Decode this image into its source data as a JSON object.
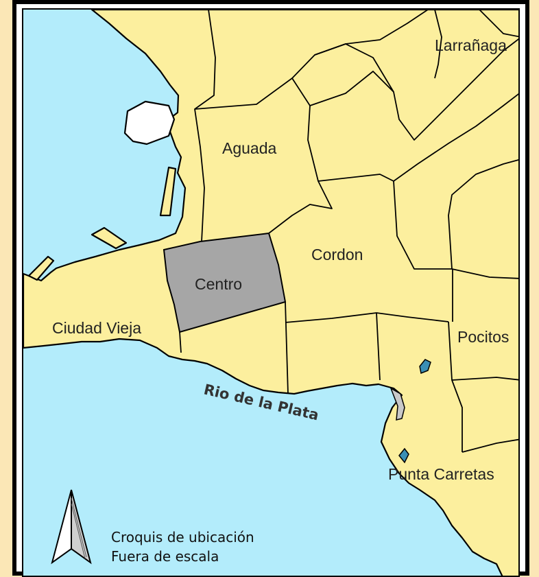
{
  "colors": {
    "water": "#b3ecfb",
    "land": "#fcef9e",
    "highlight": "#a6a6a6",
    "border": "#000000",
    "background": "#fbe7b6"
  },
  "neighborhoods": [
    {
      "id": "larranaga",
      "name": "Larrañaga"
    },
    {
      "id": "aguada",
      "name": "Aguada"
    },
    {
      "id": "cordon",
      "name": "Cordon"
    },
    {
      "id": "centro",
      "name": "Centro",
      "highlighted": true
    },
    {
      "id": "ciudad-vieja",
      "name": "Ciudad Vieja"
    },
    {
      "id": "pocitos",
      "name": "Pocitos"
    },
    {
      "id": "punta-carretas",
      "name": "Punta Carretas"
    }
  ],
  "water_label": "Rio de la Plata",
  "legend": {
    "icon": "north-arrow-icon",
    "line1": "Croquis de ubicación",
    "line2": "Fuera de escala"
  }
}
